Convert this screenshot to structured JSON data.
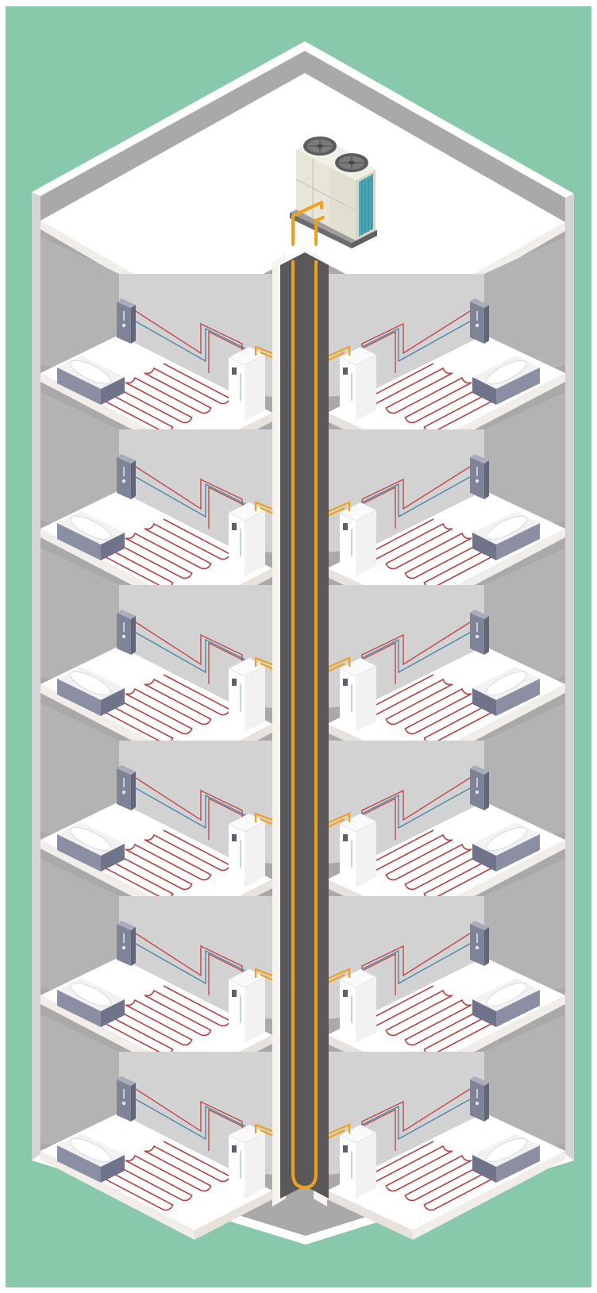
{
  "scene": {
    "subject": "building-cross-section-heat-pump",
    "floors_count": 6,
    "units_per_floor": 2,
    "colors": {
      "frame_background": "#ffffff",
      "background": "#89c9ab",
      "wall_outer": "#ffffff",
      "wall_rim": "#a9a9a9",
      "wall_side": "#d6d6d6",
      "room_back_wall": "#b3b3b3",
      "room_inner_wall": "#d2d2d2",
      "slab_top": "#ffffff",
      "slab_edge": "#f1ede9",
      "shaft": "#5a5858",
      "refrigerant_pipe": "#f0a11c",
      "hot_water_pipe": "#c44b4b",
      "cold_water_pipe": "#4e88a8",
      "underfloor_heating": "#b54242",
      "bathtub_side": "#8a8fa3",
      "bathtub_top": "#f2f2f2",
      "outdoor_unit_body": "#e8e6d9",
      "outdoor_unit_fan": "#5b5c5e",
      "outdoor_unit_panel": "#4fa7b8",
      "indoor_unit_body": "#f2f2f2",
      "boiler_panel": "#7e8396"
    },
    "components": [
      {
        "id": "outdoor-unit",
        "icon": "heat-pump-outdoor-unit",
        "count": 1
      },
      {
        "id": "indoor-unit",
        "icon": "indoor-hydro-unit",
        "count": 12
      },
      {
        "id": "water-heater",
        "icon": "wall-mounted-heater",
        "count": 12
      },
      {
        "id": "bathtub",
        "icon": "bathtub",
        "count": 12
      },
      {
        "id": "underfloor-heating",
        "icon": "underfloor-heating-coil",
        "count": 12
      },
      {
        "id": "refrigerant-riser",
        "icon": "vertical-pipe-riser",
        "count": 1
      }
    ]
  }
}
